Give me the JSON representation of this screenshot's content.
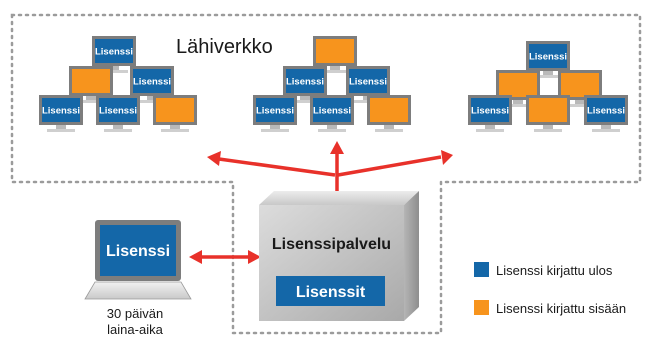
{
  "network_label": "Lähiverkko",
  "screen_label": "Lisenssi",
  "server": {
    "title": "Lisenssipalvelu",
    "badge": "Lisenssit"
  },
  "laptop": {
    "screen_label": "Lisenssi",
    "caption_line1": "30 päivän",
    "caption_line2": "laina-aika"
  },
  "legend": [
    {
      "label": "Lisenssi kirjattu ulos",
      "color": "#1467a8",
      "state": "checked-out"
    },
    {
      "label": "Lisenssi kirjattu sisään",
      "color": "#f7941d",
      "state": "checked-in"
    }
  ],
  "colors": {
    "checked_out": "#1467a8",
    "checked_in": "#f7941d",
    "arrow": "#e8312a",
    "boundary": "#9b9b9b"
  }
}
